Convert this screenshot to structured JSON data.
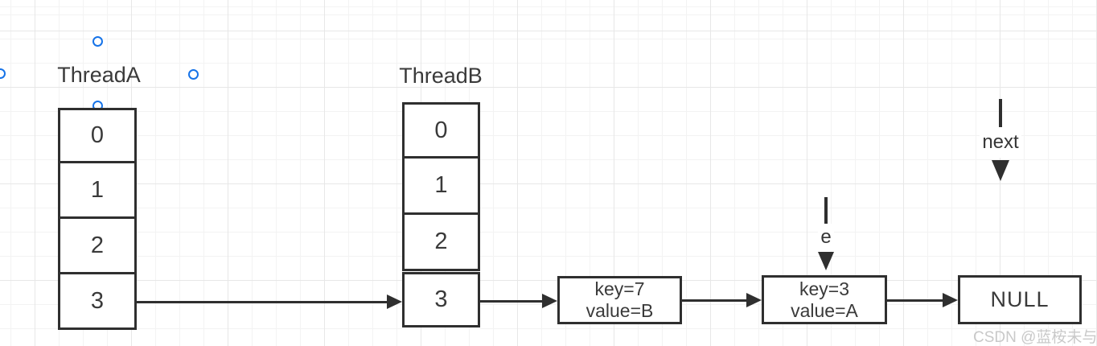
{
  "diagram": {
    "threadA": {
      "label": "ThreadA",
      "cells": [
        "0",
        "1",
        "2",
        "3"
      ]
    },
    "threadB": {
      "label": "ThreadB",
      "cells": [
        "0",
        "1",
        "2",
        "3"
      ]
    },
    "nodes": {
      "key7": {
        "line1": "key=7",
        "line2": "value=B"
      },
      "key3": {
        "line1": "key=3",
        "line2": "value=A"
      },
      "null_node": {
        "line1": "NULL"
      }
    },
    "pointers": {
      "e_label": "e",
      "next_label": "next"
    },
    "colors": {
      "stroke": "#2f2f2f",
      "text": "#3a3a3a",
      "handle_blue": "#1673e8",
      "grid_minor": "#f3f3f3",
      "grid_major": "#e7e7e7",
      "watermark": "#c9c9c9"
    }
  },
  "watermark": {
    "text": "CSDN @蓝桉未与"
  }
}
